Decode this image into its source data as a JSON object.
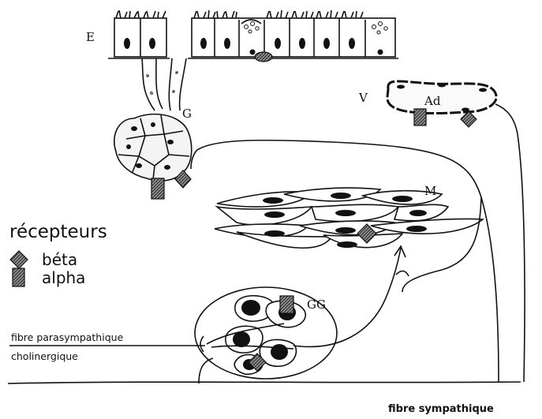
{
  "labels": {
    "epithelium": "E",
    "gland": "G",
    "vessel": "V",
    "adventitia": "Ad",
    "muscle": "M",
    "ganglion": "GG"
  },
  "legend": {
    "title": "récepteurs",
    "beta": "béta",
    "alpha": "alpha"
  },
  "fibres": {
    "parasympathetic_line1": "fibre parasympathique",
    "parasympathetic_line2": "cholinergique",
    "sympathetic": "fibre sympathique"
  },
  "colors": {
    "ink": "#111111",
    "receptor_fill": "#8a8a8a",
    "paper": "#ffffff"
  },
  "icons": {
    "beta_receptor": "diamond-receptor-icon",
    "alpha_receptor": "square-receptor-icon"
  }
}
